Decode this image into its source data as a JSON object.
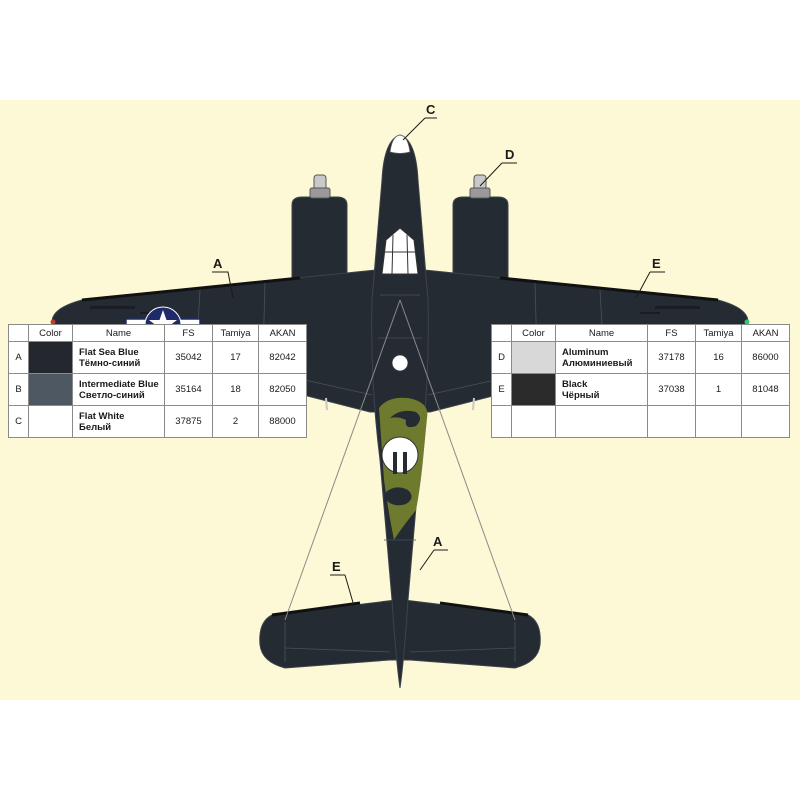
{
  "callouts": [
    "A",
    "C",
    "D",
    "E",
    "A",
    "E"
  ],
  "tables": {
    "headers": {
      "id": "",
      "color": "Color",
      "name": "Name",
      "fs": "FS",
      "tamiya": "Tamiya",
      "akan": "AKAN"
    },
    "left": [
      {
        "id": "A",
        "swatch": "#24282e",
        "name_en": "Flat Sea Blue",
        "name_ru": "Тёмно-синий",
        "fs": "35042",
        "tamiya": "17",
        "akan": "82042"
      },
      {
        "id": "B",
        "swatch": "#4d5862",
        "name_en": "Intermediate Blue",
        "name_ru": "Светло-синий",
        "fs": "35164",
        "tamiya": "18",
        "akan": "82050"
      },
      {
        "id": "C",
        "swatch": "#ffffff",
        "name_en": "Flat White",
        "name_ru": "Белый",
        "fs": "37875",
        "tamiya": "2",
        "akan": "88000"
      }
    ],
    "right": [
      {
        "id": "D",
        "swatch": "#d8d8d8",
        "name_en": "Aluminum",
        "name_ru": "Алюминиевый",
        "fs": "37178",
        "tamiya": "16",
        "akan": "86000"
      },
      {
        "id": "E",
        "swatch": "#2b2b2b",
        "name_en": "Black",
        "name_ru": "Чёрный",
        "fs": "37038",
        "tamiya": "1",
        "akan": "81048"
      },
      {
        "id": "",
        "swatch": "",
        "name_en": "",
        "name_ru": "",
        "fs": "",
        "tamiya": "",
        "akan": ""
      }
    ]
  },
  "colors": {
    "background": "#fdf9d6",
    "airframe": "#252b33",
    "panel_lines": "#5a6068",
    "camo_olive": "#6e7a2e",
    "insignia_blue": "#1f2a6b"
  }
}
